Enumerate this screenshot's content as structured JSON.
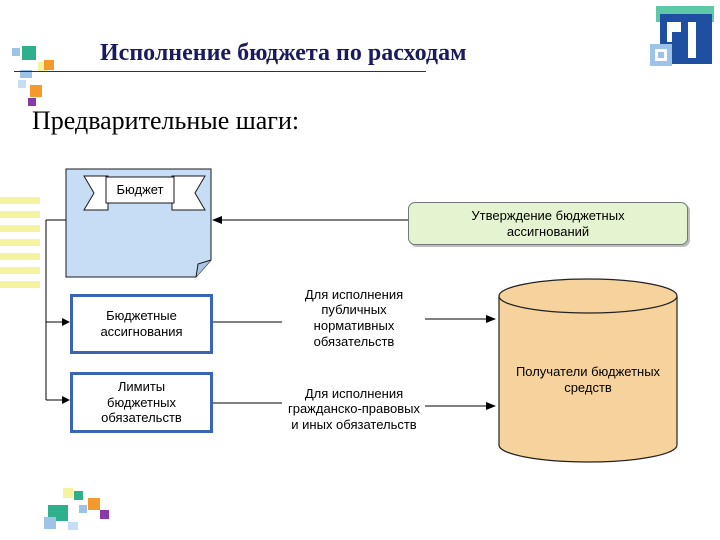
{
  "slide": {
    "title": "Исполнение бюджета по расходам",
    "subtitle": "Предварительные шаги:"
  },
  "diagram": {
    "document_banner": "Бюджет",
    "approval_box": "Утверждение бюджетных ассигнований",
    "left_top_box": "Бюджетные ассигнования",
    "left_bottom_box": "Лимиты бюджетных обязательств",
    "middle_top_text": "Для исполнения публичных нормативных обязательств",
    "middle_bottom_text": "Для исполнения гражданско-правовых и иных обязательств",
    "cylinder_label": "Получатели бюджетных средств"
  },
  "colors": {
    "document_fill": "#c7dcf5",
    "approval_fill": "#e4f4d0",
    "cylinder_fill": "#f6d39c",
    "box_border": "#3a64b4",
    "title_color": "#1a1a5e",
    "decor_green": "#2fb08c",
    "decor_orange": "#f59a2a",
    "decor_purple": "#8a3aa8",
    "decor_blue": "#9ec3e8",
    "decor_yellow": "#f3f3a0",
    "logo_blue": "#1f4fa0",
    "logo_green": "#5ec9a9"
  }
}
